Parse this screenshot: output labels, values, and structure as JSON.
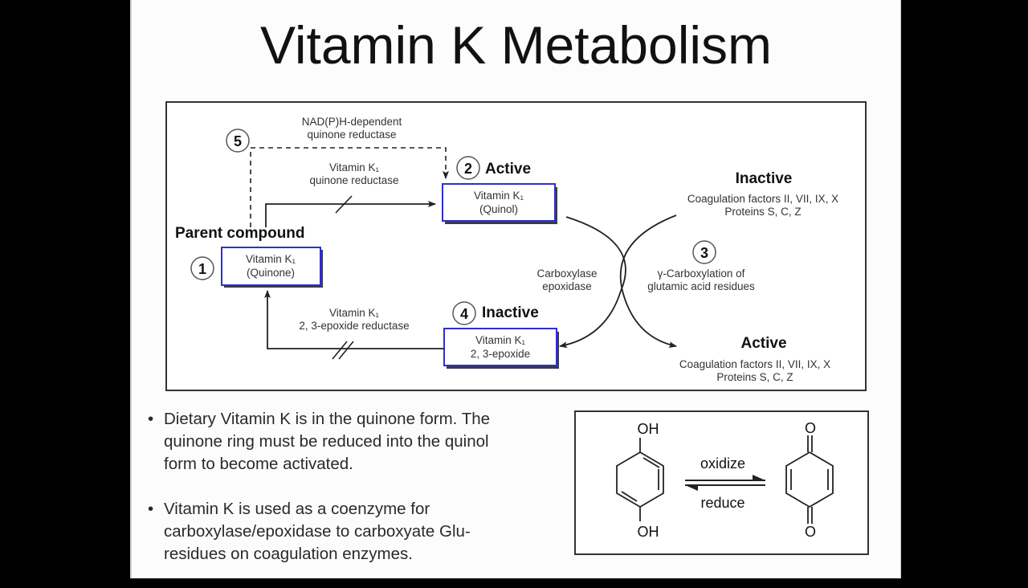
{
  "slide": {
    "title": "Vitamin K Metabolism"
  },
  "diagram": {
    "step5": {
      "number": "5",
      "enzyme_line1": "NAD(P)H-dependent",
      "enzyme_line2": "quinone reductase"
    },
    "quinone_reductase": {
      "line1": "Vitamin K₁",
      "line2": "quinone reductase"
    },
    "parent_label": "Parent compound",
    "node1": {
      "number": "1",
      "line1": "Vitamin K₁",
      "line2": "(Quinone)"
    },
    "node2": {
      "number": "2",
      "status": "Active",
      "line1": "Vitamin K₁",
      "line2": "(Quinol)"
    },
    "node4": {
      "number": "4",
      "status": "Inactive",
      "line1": "Vitamin K₁",
      "line2": "2, 3-epoxide"
    },
    "epoxide_reductase": {
      "line1": "Vitamin K₁",
      "line2": "2, 3-epoxide reductase"
    },
    "carboxylase": {
      "line1": "Carboxylase",
      "line2": "epoxidase"
    },
    "step3": {
      "number": "3",
      "line1": "γ-Carboxylation of",
      "line2": "glutamic acid residues"
    },
    "inactive_factors": {
      "status": "Inactive",
      "line1": "Coagulation factors II, VII, IX, X",
      "line2": "Proteins S, C, Z"
    },
    "active_factors": {
      "status": "Active",
      "line1": "Coagulation factors II, VII, IX, X",
      "line2": "Proteins S, C, Z"
    },
    "colors": {
      "node_border": "#2f2fd0",
      "node_shadow": "#3a3a4a",
      "line": "#222222"
    }
  },
  "bullets": [
    {
      "marker": "•",
      "lines": [
        "Dietary Vitamin K is in the quinone form. The",
        "quinone ring must be reduced into the quinol",
        "form to become activated."
      ]
    },
    {
      "marker": "•",
      "lines": [
        "Vitamin K is used as a coenzyme for",
        "carboxylase/epoxidase to carboxyate Glu-",
        "residues on coagulation enzymes."
      ]
    }
  ],
  "structure": {
    "left_top_group": "OH",
    "left_bottom_group": "OH",
    "right_top_group": "O",
    "right_bottom_group": "O",
    "forward_label": "oxidize",
    "reverse_label": "reduce"
  }
}
